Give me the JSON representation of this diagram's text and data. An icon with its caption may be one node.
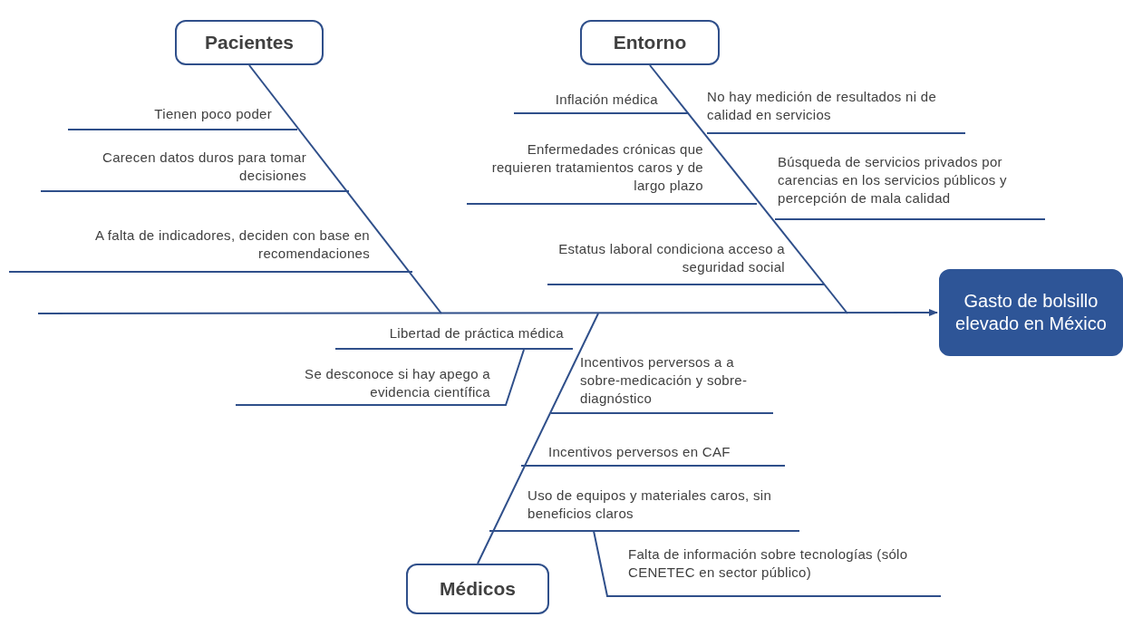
{
  "diagram": {
    "nodes": [
      {
        "text": [
          "Pacientes"
        ]
      },
      {
        "text": [
          "Entorno"
        ]
      },
      {
        "text": [
          "Médicos"
        ]
      },
      {
        "text": [
          "Gasto de bolsillo elevado en México"
        ]
      }
    ],
    "edges": [
      {
        "from": null,
        "to": 3,
        "arrow": "to"
      },
      {
        "from": 0,
        "to": null,
        "arrow": "none"
      },
      {
        "from": 1,
        "to": null,
        "arrow": "none"
      },
      {
        "from": 2,
        "to": null,
        "arrow": "none"
      }
    ],
    "labels": [
      "Tienen poco poder",
      "Inflación médica",
      "No hay medición de resultados ni de calidad en servicios",
      "Carecen datos duros para tomar decisiones",
      "Enfermedades crónicas que requieren tratamientos caros y de largo plazo",
      "Búsqueda de servicios privados por carencias en los servicios públicos y percepción de mala calidad",
      "A falta de indicadores, deciden con base en recomendaciones",
      "Estatus laboral condiciona acceso a seguridad social",
      "Libertad de práctica médica",
      "Incentivos perversos a a sobre-medicación y sobre-diagnóstico",
      "Se desconoce si hay apego a evidencia científica",
      "Incentivos perversos en CAF",
      "Uso de equipos y materiales caros, sin beneficios claros",
      "Falta de información sobre tecnologías (sólo CENETEC en sector público)"
    ]
  }
}
